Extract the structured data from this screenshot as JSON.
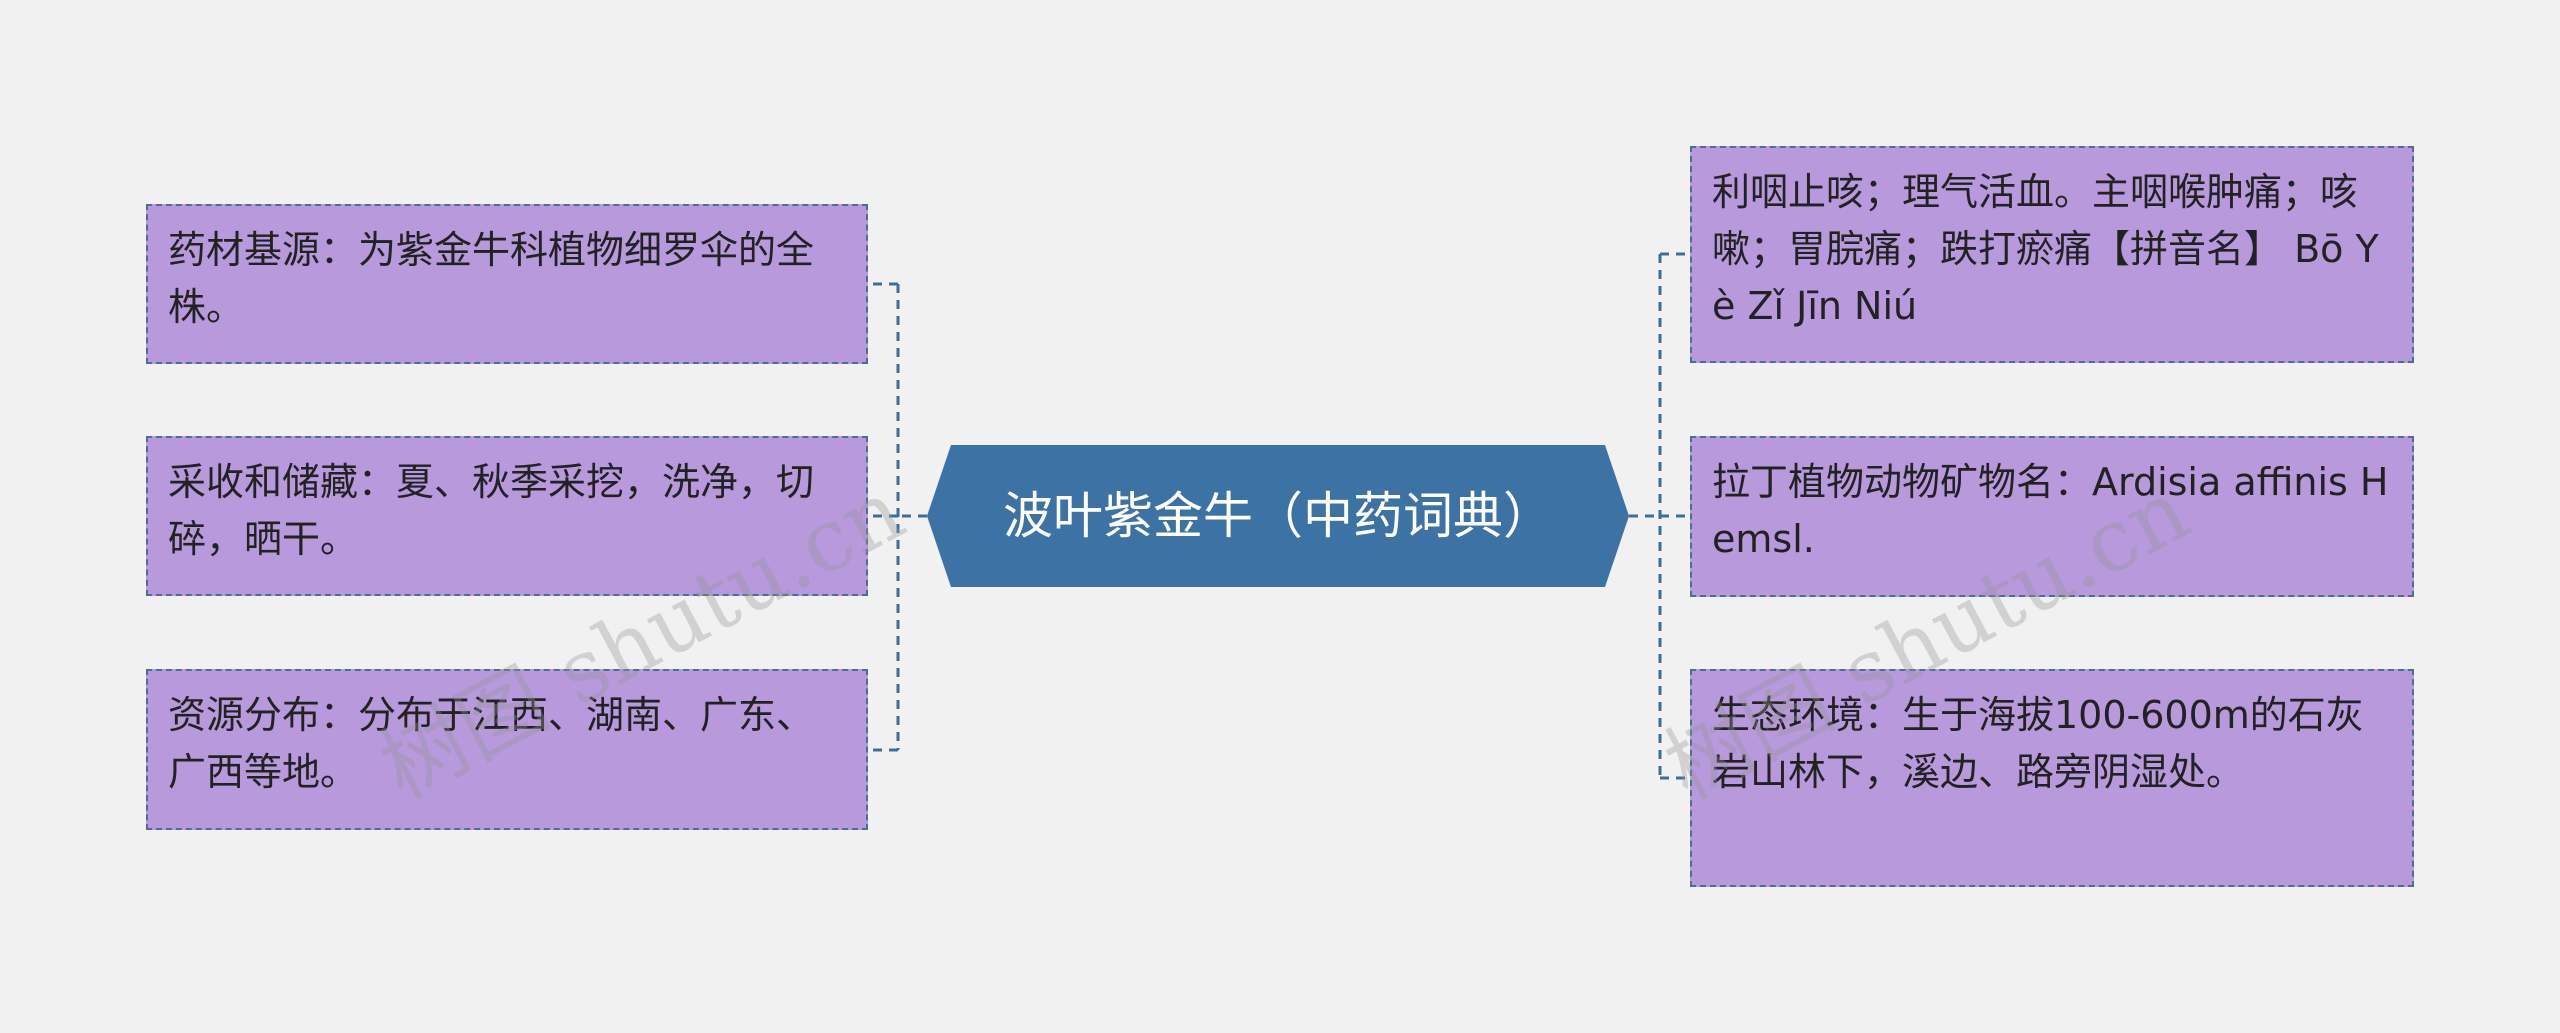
{
  "center": {
    "label": "波叶紫金牛（中药词典）"
  },
  "left_nodes": [
    {
      "text": "药材基源：为紫金牛科植物细罗伞的全株。"
    },
    {
      "text": "采收和储藏：夏、秋季采挖，洗净，切碎，晒干。"
    },
    {
      "text": "资源分布：分布于江西、湖南、广东、广西等地。"
    }
  ],
  "right_nodes": [
    {
      "text": "利咽止咳；理气活血。主咽喉肿痛；咳嗽；胃脘痛；跌打瘀痛【拼音名】 Bō Yè Zǐ Jīn Niú"
    },
    {
      "text": "拉丁植物动物矿物名：Ardisia affinis Hemsl."
    },
    {
      "text": "生态环境：生于海拔100-600m的石灰岩山林下，溪边、路旁阴湿处。"
    }
  ],
  "watermarks": [
    {
      "text": "树图 shutu.cn"
    },
    {
      "text": "树图 shutu.cn"
    }
  ],
  "colors": {
    "background": "#f1f1f1",
    "center_fill": "#3d72a4",
    "node_fill": "#b799dc",
    "node_border": "#4a6f92",
    "connector": "#3d6f96"
  }
}
